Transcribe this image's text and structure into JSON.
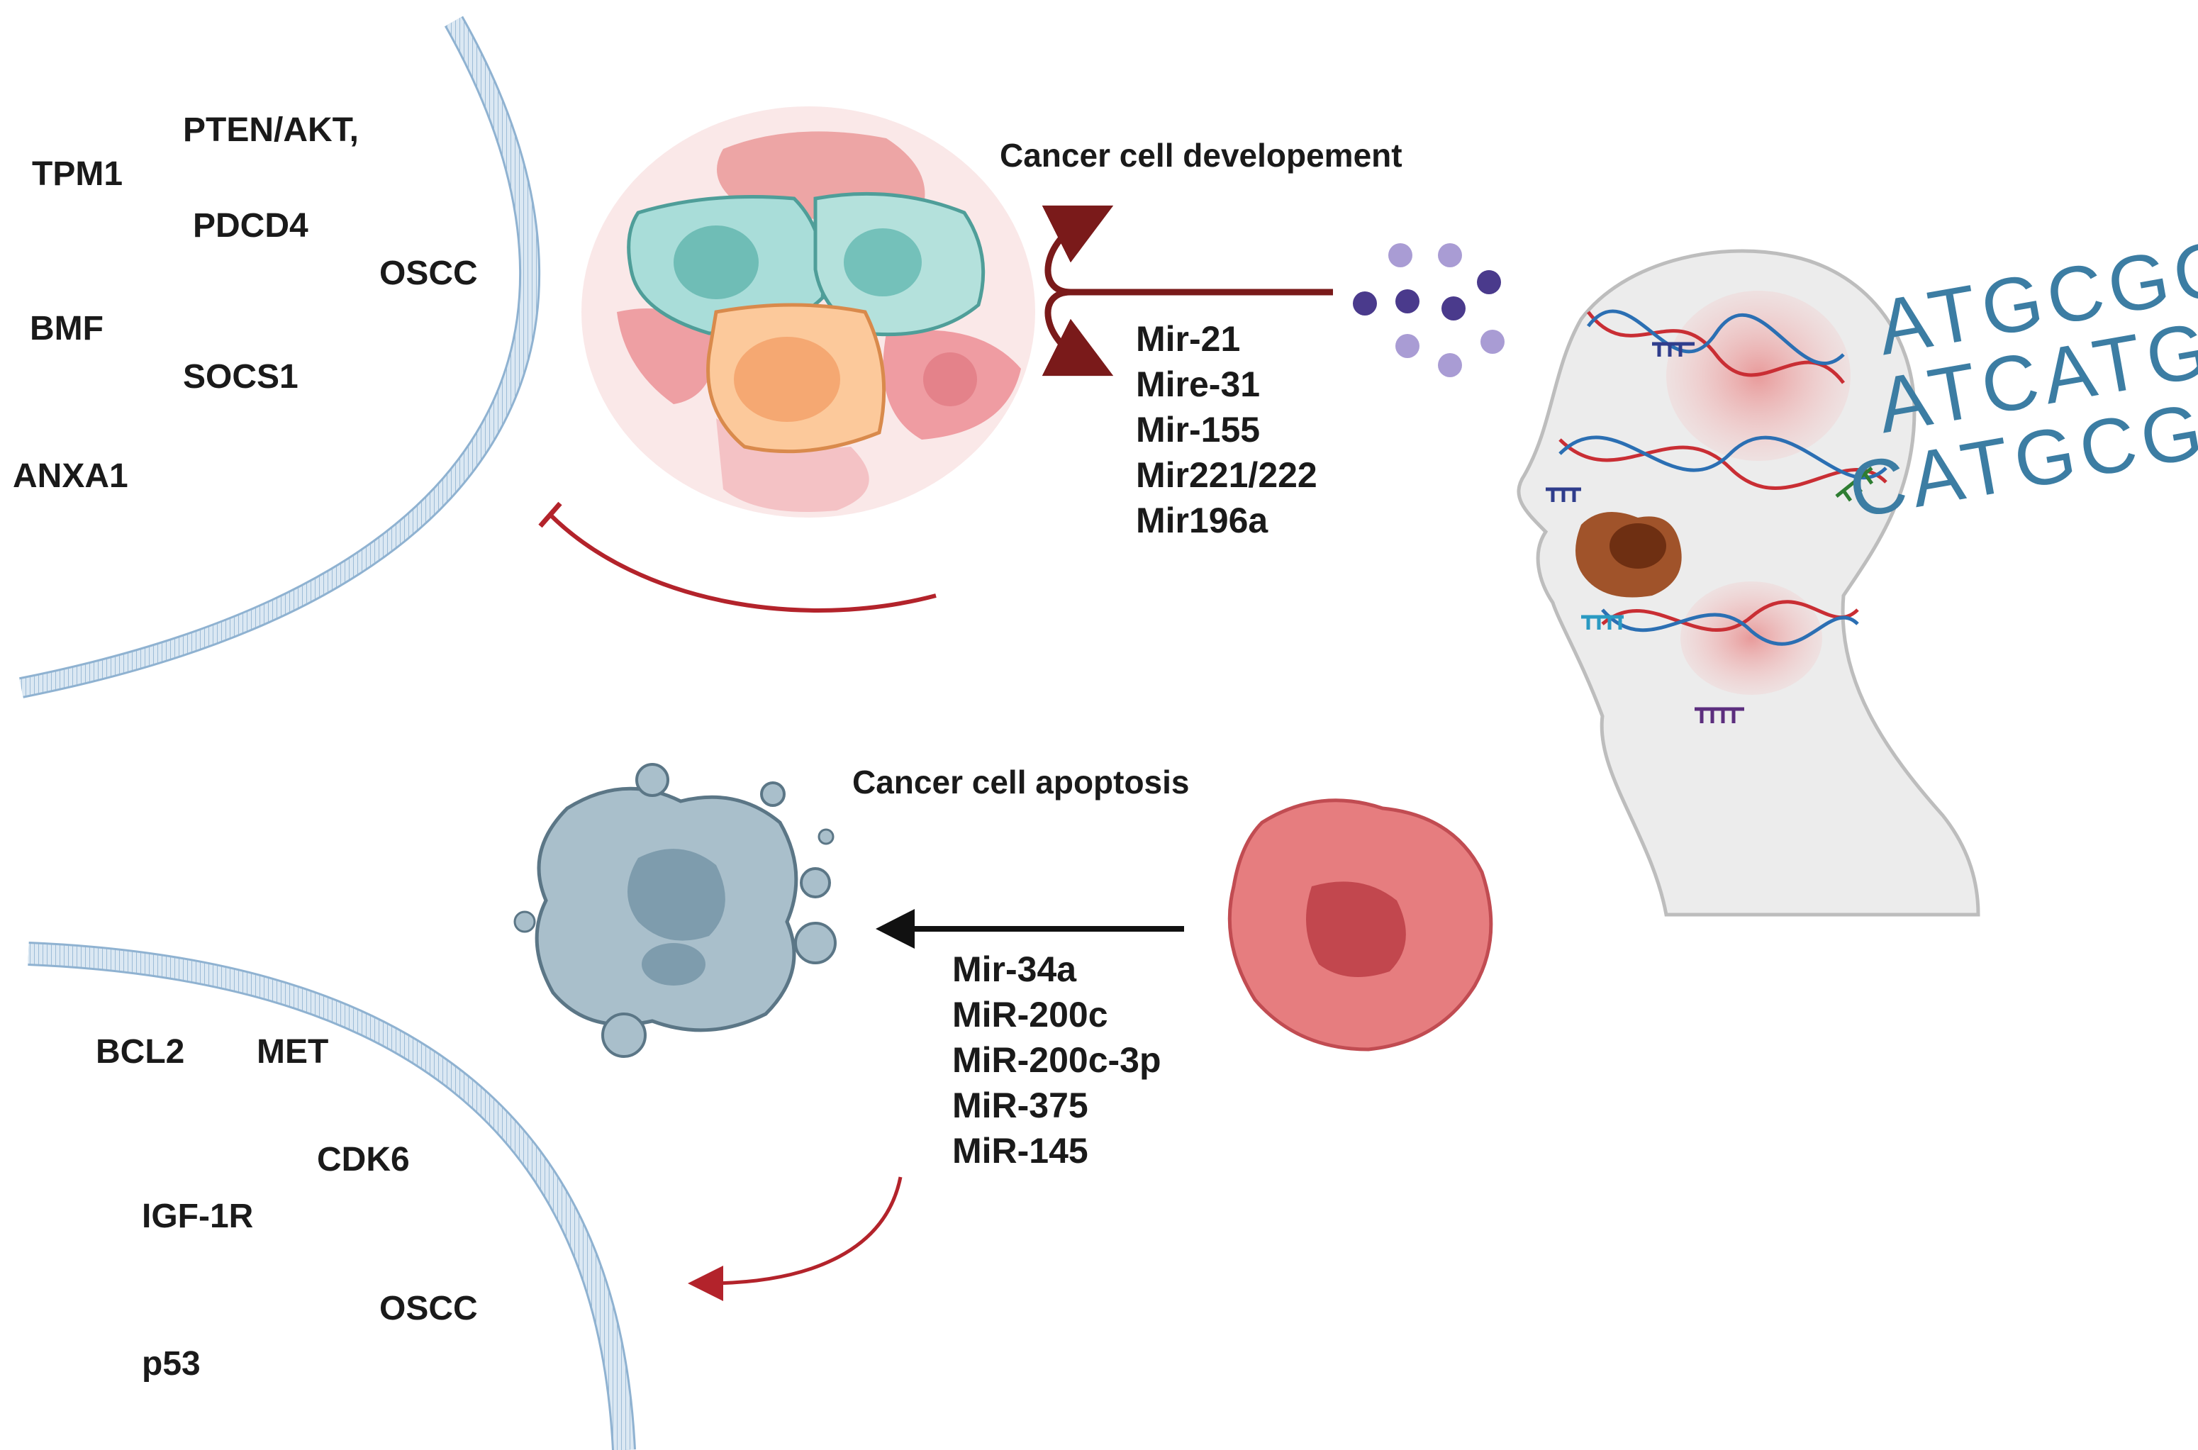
{
  "upper": {
    "title": "Cancer cell developement",
    "mirnas": [
      "Mir-21",
      "Mire-31",
      "Mir-155",
      "Mir221/222",
      "Mir196a"
    ],
    "genes": {
      "tpm1": "TPM1",
      "pten": "PTEN/AKT,",
      "pdcd4": "PDCD4",
      "oscc": "OSCC",
      "bmf": "BMF",
      "socs1": "SOCS1",
      "anxa1": "ANXA1"
    }
  },
  "lower": {
    "title": "Cancer cell apoptosis",
    "mirnas": [
      "Mir-34a",
      "MiR-200c",
      "MiR-200c-3p",
      "MiR-375",
      "MiR-145"
    ],
    "genes": {
      "bcl2": "BCL2",
      "met": "MET",
      "cdk6": "CDK6",
      "igf1r": "IGF-1R",
      "oscc": "OSCC",
      "p53": "p53"
    }
  },
  "dna_letters": [
    "ATGCGCAT",
    "ATCATGCG",
    "CATGCGCAT"
  ],
  "colors": {
    "membrane": "#a9c6df",
    "inhibit_arrow": "#b3232b",
    "dev_arrow": "#7a1a1a",
    "apoptosis_arrow": "#111111",
    "mirna_dots": "#6b5ca8",
    "dna_text": "#3c7da3"
  }
}
